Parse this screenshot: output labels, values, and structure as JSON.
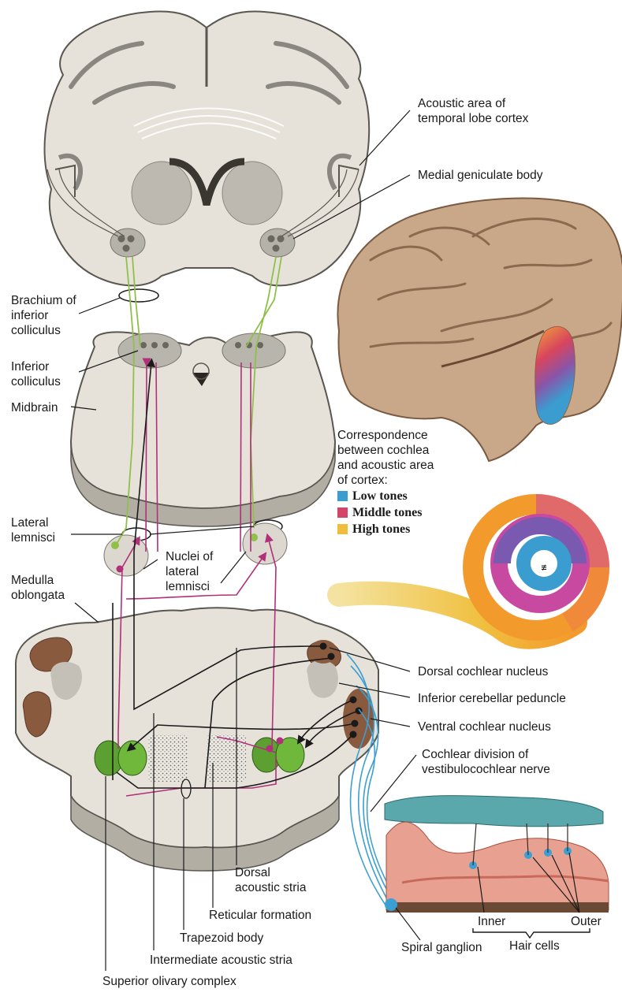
{
  "labels": {
    "acoustic_area": "Acoustic area of\ntemporal lobe cortex",
    "medial_geniculate": "Medial geniculate body",
    "brachium": "Brachium of\ninferior\ncolliculus",
    "inferior_colliculus": "Inferior\ncolliculus",
    "midbrain": "Midbrain",
    "lateral_lemnisci": "Lateral\nlemnisci",
    "nuclei_lateral_lemnisci": "Nuclei of\nlateral\nlemnisci",
    "medulla_oblongata": "Medulla\noblongata",
    "dorsal_cochlear_nucleus": "Dorsal cochlear nucleus",
    "inferior_cerebellar_peduncle": "Inferior cerebellar peduncle",
    "ventral_cochlear_nucleus": "Ventral cochlear nucleus",
    "cochlear_division": "Cochlear division of\nvestibulocochlear nerve",
    "dorsal_acoustic_stria": "Dorsal\nacoustic stria",
    "reticular_formation": "Reticular formation",
    "trapezoid_body": "Trapezoid body",
    "intermediate_acoustic_stria": "Intermediate acoustic stria",
    "superior_olivary_complex": "Superior olivary complex",
    "spiral_ganglion": "Spiral ganglion",
    "inner": "Inner",
    "outer": "Outer",
    "hair_cells": "Hair cells"
  },
  "legend": {
    "heading": "Correspondence\nbetween cochlea\nand acoustic area\nof cortex:",
    "items": [
      {
        "label": "Low tones",
        "color": "#3a9ccf"
      },
      {
        "label": "Middle tones",
        "color": "#d2446a"
      },
      {
        "label": "High tones",
        "color": "#eebd3c"
      }
    ]
  },
  "colors": {
    "tissue": "#e8e4dc",
    "tissue_dark": "#b8b4ac",
    "gray_matter": "#a9a7a2",
    "brain_outline": "#5a5650",
    "pathway_green": "#8fc04a",
    "pathway_magenta": "#b0307a",
    "pathway_black": "#1a1a1a",
    "pathway_blue": "#3c9fd2",
    "olive_green": "#5da032",
    "skin_brain": "#caa98a",
    "membrane_teal": "#5ba8ac",
    "organ_pink": "#e8a090"
  }
}
